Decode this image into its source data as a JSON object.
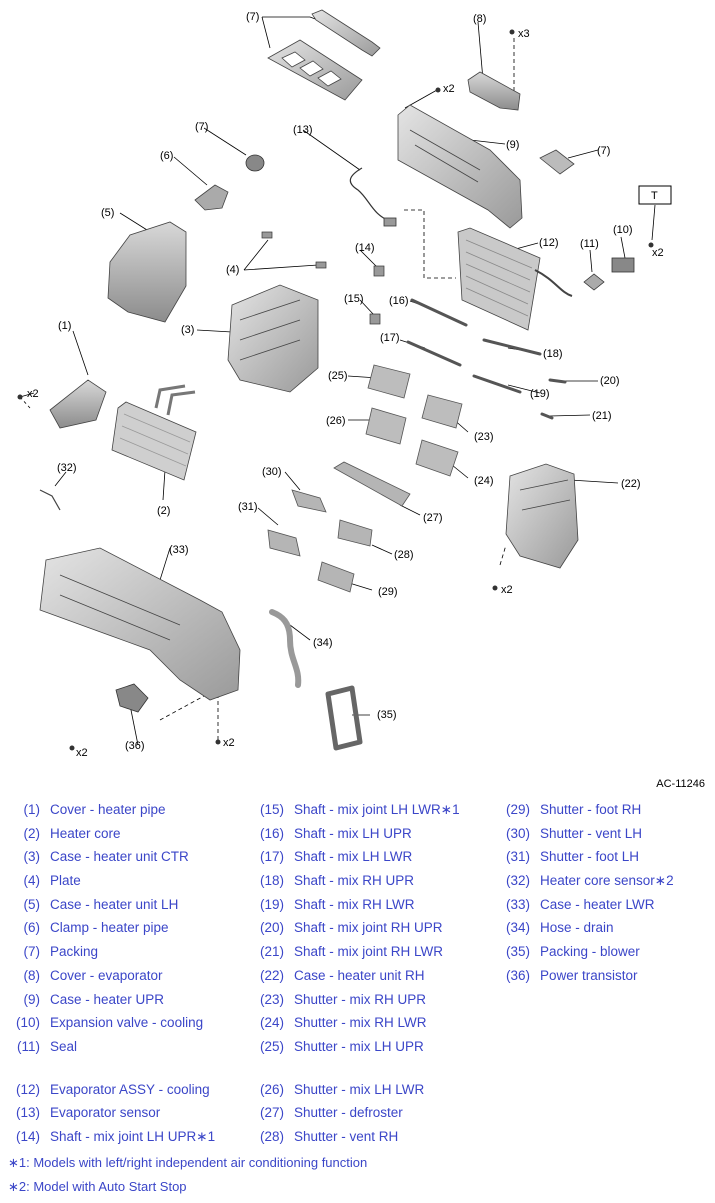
{
  "figure_id": "AC-11246",
  "callouts": {
    "c1": "(1)",
    "c2": "(2)",
    "c3": "(3)",
    "c4": "(4)",
    "c5": "(5)",
    "c6": "(6)",
    "c7a": "(7)",
    "c7b": "(7)",
    "c7c": "(7)",
    "c8": "(8)",
    "c9": "(9)",
    "c10": "(10)",
    "c11": "(11)",
    "c12": "(12)",
    "c13": "(13)",
    "c14": "(14)",
    "c15": "(15)",
    "c16": "(16)",
    "c17": "(17)",
    "c18": "(18)",
    "c19": "(19)",
    "c20": "(20)",
    "c21": "(21)",
    "c22": "(22)",
    "c23": "(23)",
    "c24": "(24)",
    "c25": "(25)",
    "c26": "(26)",
    "c27": "(27)",
    "c28": "(28)",
    "c29": "(29)",
    "c30": "(30)",
    "c31": "(31)",
    "c32": "(32)",
    "c33": "(33)",
    "c34": "(34)",
    "c35": "(35)",
    "c36": "(36)",
    "x2a": "x2",
    "x2b": "x2",
    "x2c": "x2",
    "x2d": "x2",
    "x2e": "x2",
    "x2f": "x2",
    "x3": "x3",
    "tool": "T"
  },
  "legend": {
    "col1": [
      {
        "num": "(1)",
        "label": "Cover - heater pipe"
      },
      {
        "num": "(2)",
        "label": "Heater core"
      },
      {
        "num": "(3)",
        "label": "Case - heater unit CTR"
      },
      {
        "num": "(4)",
        "label": "Plate"
      },
      {
        "num": "(5)",
        "label": "Case - heater unit LH"
      },
      {
        "num": "(6)",
        "label": "Clamp - heater pipe"
      },
      {
        "num": "(7)",
        "label": "Packing"
      },
      {
        "num": "(8)",
        "label": "Cover - evaporator"
      },
      {
        "num": "(9)",
        "label": "Case - heater UPR"
      },
      {
        "num": "(10)",
        "label": "Expansion valve - cooling"
      },
      {
        "num": "(11)",
        "label": "Seal"
      },
      {
        "num": "(12)",
        "label": "Evaporator ASSY - cooling"
      },
      {
        "num": "(13)",
        "label": "Evaporator sensor"
      },
      {
        "num": "(14)",
        "label": "Shaft - mix joint LH UPR∗1"
      }
    ],
    "col2": [
      {
        "num": "(15)",
        "label": "Shaft - mix joint LH LWR∗1"
      },
      {
        "num": "(16)",
        "label": "Shaft - mix LH UPR"
      },
      {
        "num": "(17)",
        "label": "Shaft - mix LH LWR"
      },
      {
        "num": "(18)",
        "label": "Shaft - mix RH UPR"
      },
      {
        "num": "(19)",
        "label": "Shaft - mix RH LWR"
      },
      {
        "num": "(20)",
        "label": "Shaft - mix joint RH UPR"
      },
      {
        "num": "(21)",
        "label": "Shaft - mix joint RH LWR"
      },
      {
        "num": "(22)",
        "label": "Case - heater unit RH"
      },
      {
        "num": "(23)",
        "label": "Shutter - mix RH UPR"
      },
      {
        "num": "(24)",
        "label": "Shutter - mix RH LWR"
      },
      {
        "num": "(25)",
        "label": "Shutter - mix LH UPR"
      },
      {
        "num": "(26)",
        "label": "Shutter - mix LH LWR"
      },
      {
        "num": "(27)",
        "label": "Shutter - defroster"
      },
      {
        "num": "(28)",
        "label": "Shutter - vent RH"
      }
    ],
    "col3": [
      {
        "num": "(29)",
        "label": "Shutter - foot RH"
      },
      {
        "num": "(30)",
        "label": "Shutter - vent LH"
      },
      {
        "num": "(31)",
        "label": "Shutter - foot LH"
      },
      {
        "num": "(32)",
        "label": "Heater core sensor∗2"
      },
      {
        "num": "(33)",
        "label": "Case - heater LWR"
      },
      {
        "num": "(34)",
        "label": "Hose - drain"
      },
      {
        "num": "(35)",
        "label": "Packing - blower"
      },
      {
        "num": "(36)",
        "label": "Power transistor"
      }
    ]
  },
  "notes": [
    "∗1: Models with left/right independent air conditioning function",
    "∗2: Model with Auto Start Stop"
  ]
}
